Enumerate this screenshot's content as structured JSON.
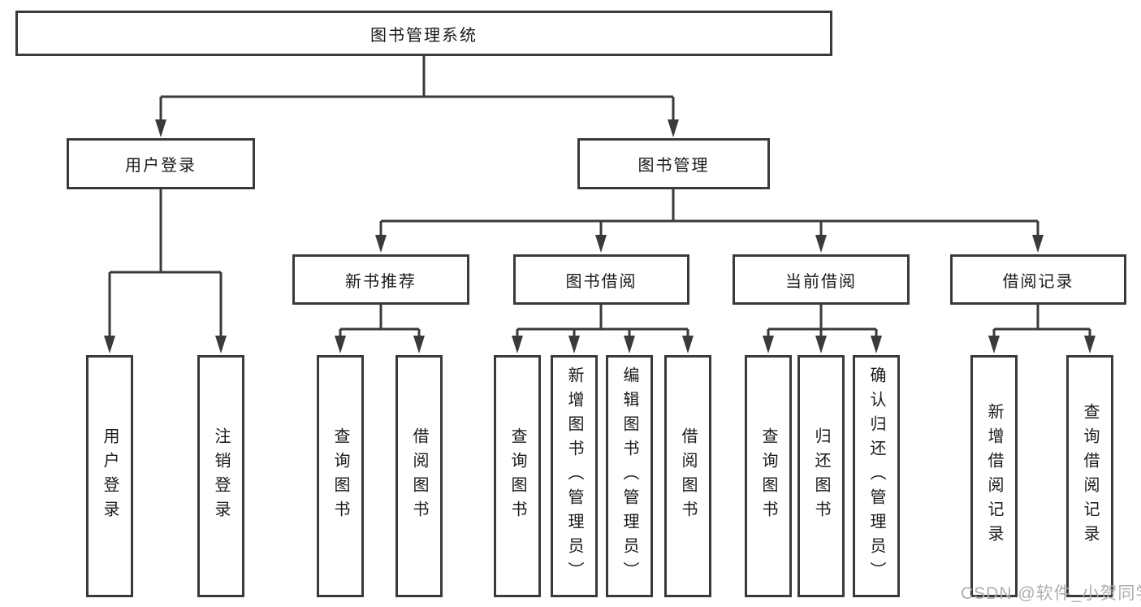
{
  "tree": {
    "root": {
      "label": "图书管理系统"
    },
    "branches": [
      {
        "label": "用户登录",
        "children": [
          {
            "label": "用户登录"
          },
          {
            "label": "注销登录"
          }
        ]
      },
      {
        "label": "图书管理",
        "children": [
          {
            "label": "新书推荐",
            "children": [
              {
                "label": "查询图书"
              },
              {
                "label": "借阅图书"
              }
            ]
          },
          {
            "label": "图书借阅",
            "children": [
              {
                "label": "查询图书"
              },
              {
                "label": "新增图书（管理员）"
              },
              {
                "label": "编辑图书（管理员）"
              },
              {
                "label": "借阅图书"
              }
            ]
          },
          {
            "label": "当前借阅",
            "children": [
              {
                "label": "查询图书"
              },
              {
                "label": "归还图书"
              },
              {
                "label": "确认归还（管理员）"
              }
            ]
          },
          {
            "label": "借阅记录",
            "children": [
              {
                "label": "新增借阅记录"
              },
              {
                "label": "查询借阅记录"
              }
            ]
          }
        ]
      }
    ]
  },
  "watermark": {
    "text": "CSDN @软件_小贺同学"
  },
  "colors": {
    "line": "#3a3a3a",
    "text": "#1a1a1a",
    "watermark": "#aeaeae"
  }
}
